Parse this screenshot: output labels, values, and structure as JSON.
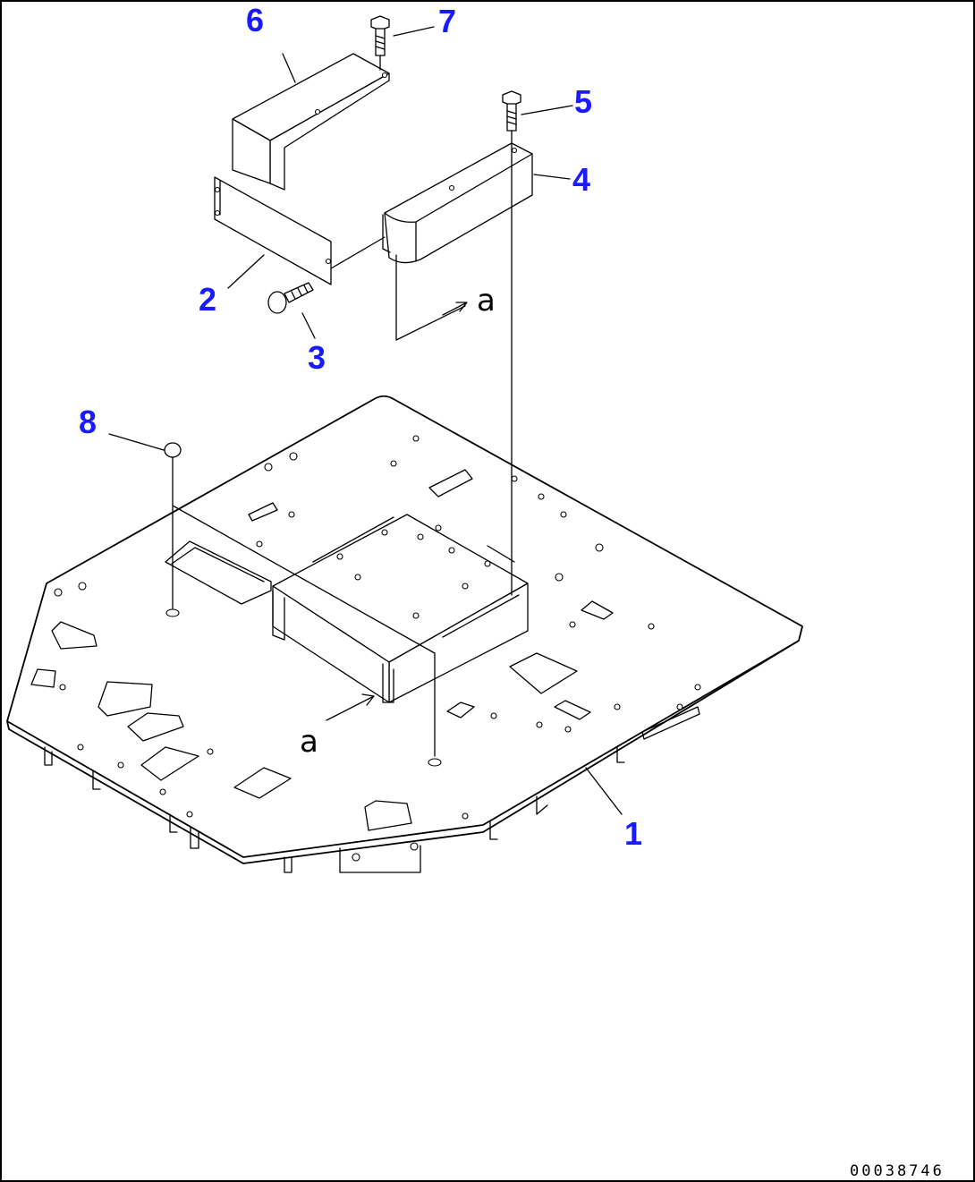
{
  "diagram": {
    "callouts": [
      {
        "id": "1",
        "label": "1"
      },
      {
        "id": "2",
        "label": "2"
      },
      {
        "id": "3",
        "label": "3"
      },
      {
        "id": "4",
        "label": "4"
      },
      {
        "id": "5",
        "label": "5"
      },
      {
        "id": "6",
        "label": "6"
      },
      {
        "id": "7",
        "label": "7"
      },
      {
        "id": "8",
        "label": "8"
      }
    ],
    "reference_marks": [
      "a",
      "a"
    ],
    "drawing_code": "00038746",
    "colors": {
      "callout": "#1a1aff",
      "line": "#000000",
      "background": "#ffffff"
    }
  }
}
